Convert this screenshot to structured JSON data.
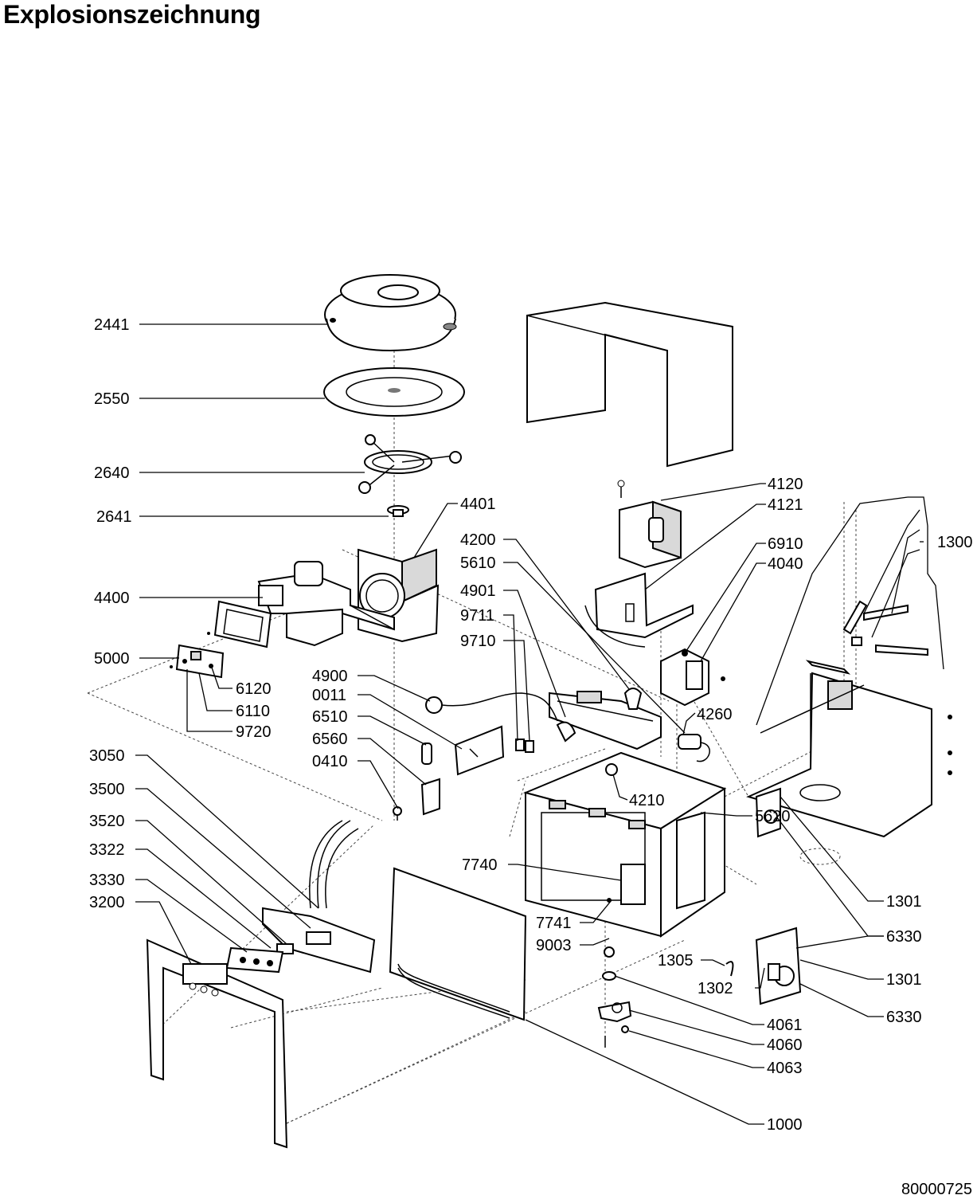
{
  "title": "Explosionszeichnung",
  "document_number": "80000725",
  "part_labels": {
    "p2441": "2441",
    "p2550": "2550",
    "p2640": "2640",
    "p2641": "2641",
    "p4400": "4400",
    "p4401": "4401",
    "p5000": "5000",
    "p6120": "6120",
    "p6110": "6110",
    "p9720": "9720",
    "p3050": "3050",
    "p3500": "3500",
    "p3520": "3520",
    "p3322": "3322",
    "p3330": "3330",
    "p3200": "3200",
    "p4200": "4200",
    "p5610": "5610",
    "p4901": "4901",
    "p9711": "9711",
    "p9710": "9710",
    "p4900": "4900",
    "p0011": "0011",
    "p6510": "6510",
    "p6560": "6560",
    "p0410": "0410",
    "p4120": "4120",
    "p4121": "4121",
    "p6910": "6910",
    "p4040": "4040",
    "p4260": "4260",
    "p4210": "4210",
    "p1300": "1300",
    "p5620": "5620",
    "p7740": "7740",
    "p7741": "7741",
    "p9003": "9003",
    "p1301a": "1301",
    "p6330a": "6330",
    "p1305": "1305",
    "p1302": "1302",
    "p1301b": "1301",
    "p6330b": "6330",
    "p4061": "4061",
    "p4060": "4060",
    "p4063": "4063",
    "p1000": "1000"
  }
}
